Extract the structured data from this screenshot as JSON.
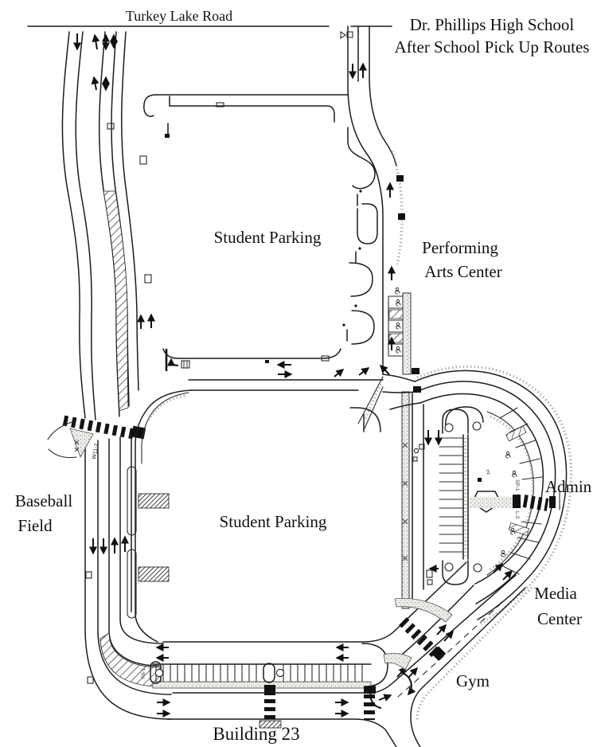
{
  "title": {
    "line1": "Dr. Phillips High School",
    "line2": "After School Pick Up Routes"
  },
  "roads": {
    "turkey_lake_road": "Turkey Lake Road"
  },
  "areas": {
    "student_parking_north": "Student Parking",
    "student_parking_south": "Student Parking",
    "performing_arts_line1": "Performing",
    "performing_arts_line2": "Arts Center",
    "baseball_line1": "Baseball",
    "baseball_line2": "Field",
    "admin": "Admin",
    "media_line1": "Media",
    "media_line2": "Center",
    "gym": "Gym",
    "building_23": "Building 23"
  },
  "sign_labels": {
    "crosswalk_sign": "W11-2",
    "parking_sign": "R6-1",
    "loop_space_1": "SP-1",
    "loop_space_2": "L-2",
    "loop_marker": "2"
  },
  "colors": {
    "ink": "#1c1c1c",
    "paper": "#ffffff",
    "stipple_gray": "#8f8f8f"
  }
}
